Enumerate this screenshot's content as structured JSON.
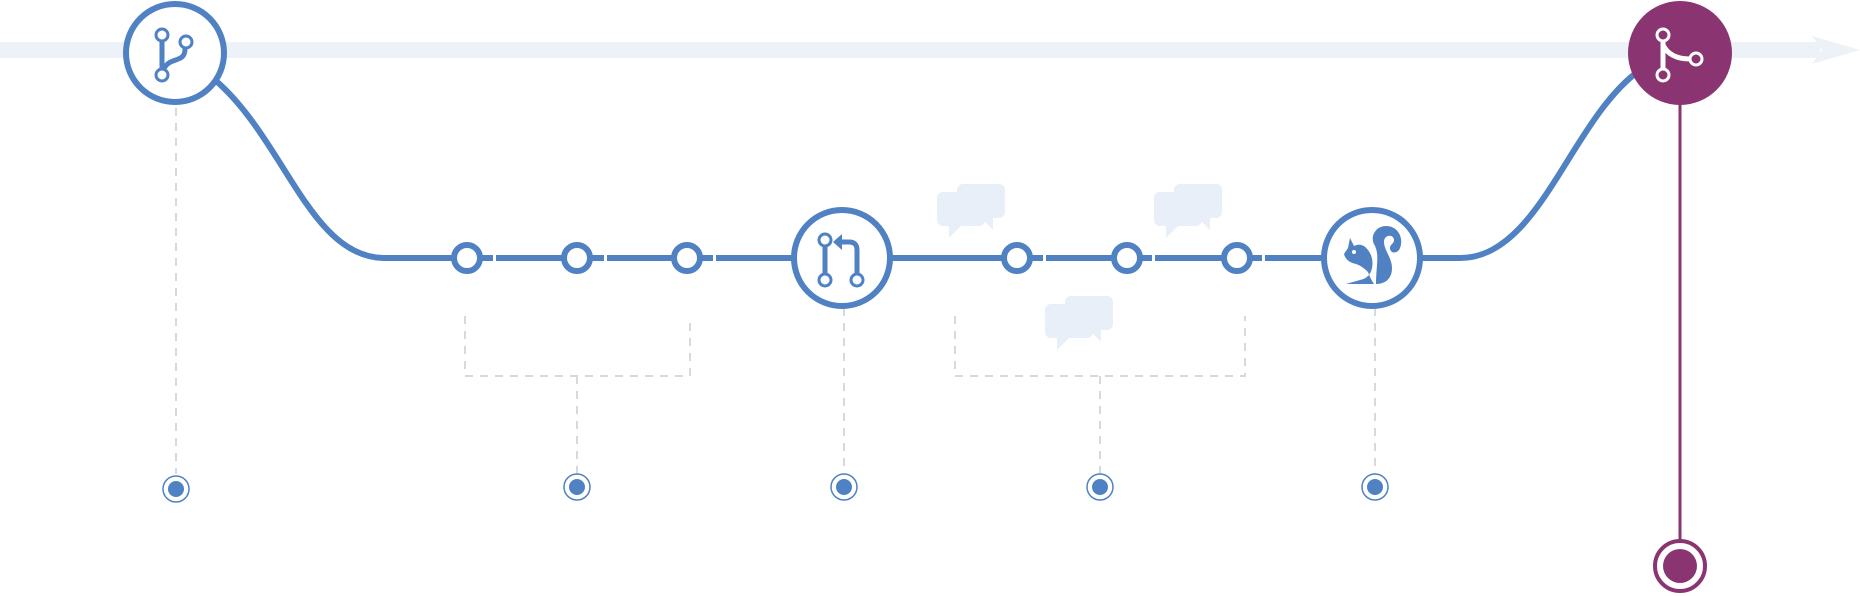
{
  "colors": {
    "branch": "#4f81c3",
    "main_track": "#edf2f9",
    "merge": "#8a3572",
    "connector": "#d6d9de",
    "bubble": "#e9eff8",
    "background": "#ffffff"
  },
  "nodes": [
    {
      "id": "branch-start",
      "icon": "git-branch-icon",
      "interactable": false
    },
    {
      "id": "commit-1",
      "icon": "commit-dot",
      "interactable": false
    },
    {
      "id": "commit-2",
      "icon": "commit-dot",
      "interactable": false
    },
    {
      "id": "commit-3",
      "icon": "commit-dot",
      "interactable": false
    },
    {
      "id": "pull-request",
      "icon": "pull-request-icon",
      "interactable": false
    },
    {
      "id": "review-1",
      "icon": "commit-dot",
      "interactable": false
    },
    {
      "id": "review-2",
      "icon": "commit-dot",
      "interactable": false
    },
    {
      "id": "review-3",
      "icon": "commit-dot",
      "interactable": false
    },
    {
      "id": "deploy",
      "icon": "squirrel-icon",
      "interactable": false
    },
    {
      "id": "merge",
      "icon": "git-merge-icon",
      "interactable": false
    }
  ],
  "markers": [
    {
      "id": "marker-create-branch"
    },
    {
      "id": "marker-add-commits"
    },
    {
      "id": "marker-open-pull-request"
    },
    {
      "id": "marker-discuss-review"
    },
    {
      "id": "marker-deploy"
    },
    {
      "id": "marker-merge"
    }
  ],
  "comment_bubbles": [
    {
      "id": "comment-bubbles-1"
    },
    {
      "id": "comment-bubbles-2"
    },
    {
      "id": "comment-bubbles-3"
    }
  ]
}
